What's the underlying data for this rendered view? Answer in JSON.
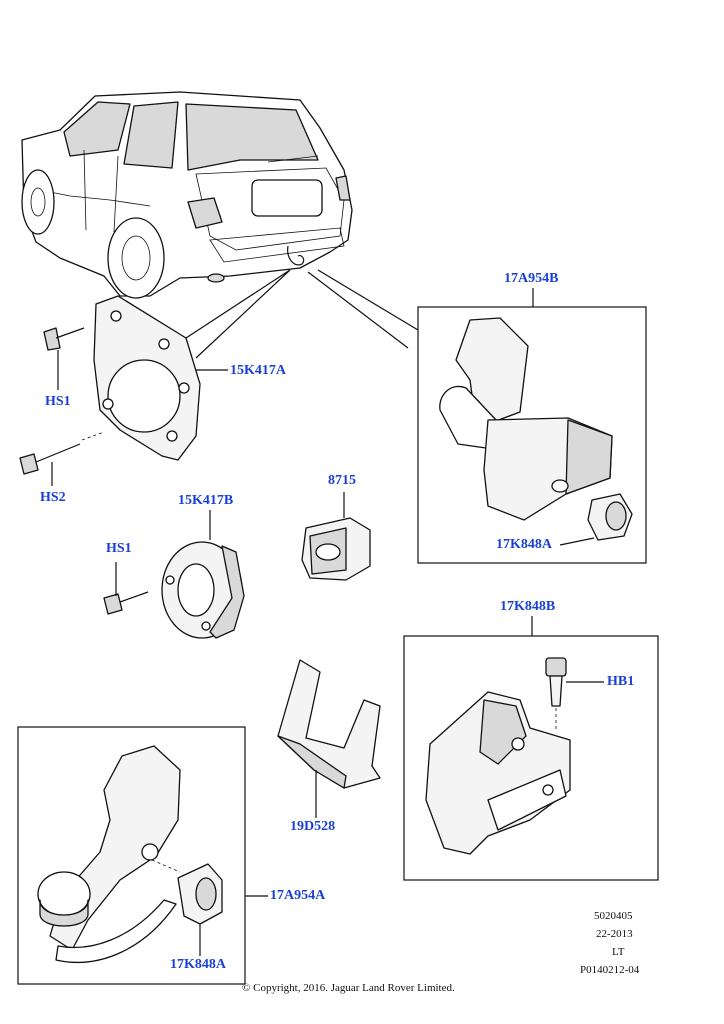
{
  "callouts": {
    "towbar_mount_upper": "17A954B",
    "socket_cover_upper": "17K848A",
    "mounting_plate": "15K417A",
    "bolt_hs1_upper": "HS1",
    "bolt_hs2": "HS2",
    "switch": "8715",
    "spacer_ring": "15K417B",
    "bolt_hs1_lower": "HS1",
    "socket_assembly": "17K848B",
    "bolt_hb1": "HB1",
    "bracket": "19D528",
    "towball_assembly": "17A954A",
    "socket_cover_lower": "17K848A"
  },
  "reference": {
    "code1": "5020405",
    "date": "22-2013",
    "region": "LT",
    "illustration_id": "P0140212-04"
  },
  "copyright": "© Copyright, 2016. Jaguar Land Rover Limited.",
  "colors": {
    "callout": "#1a3fd6",
    "line": "#111111"
  }
}
